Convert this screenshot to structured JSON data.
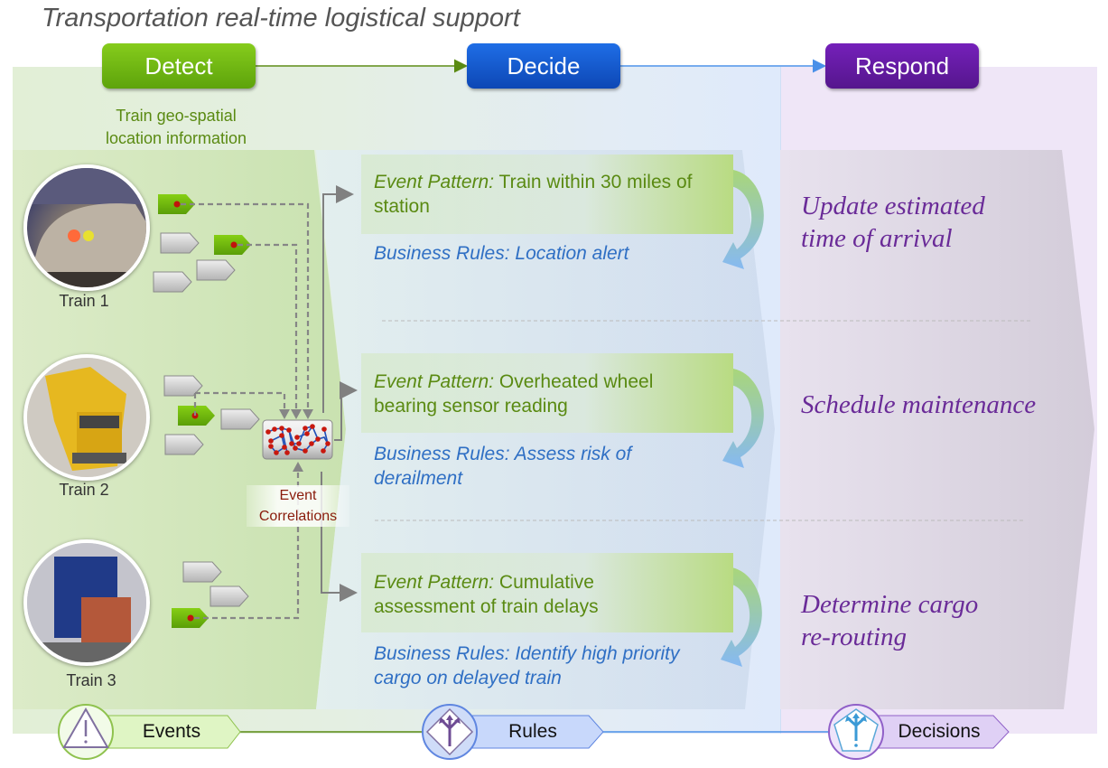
{
  "title": "Transportation real-time logistical support",
  "phases": {
    "detect": "Detect",
    "decide": "Decide",
    "respond": "Respond"
  },
  "detect_subtitle_line1": "Train geo-spatial",
  "detect_subtitle_line2": "location information",
  "trains": [
    {
      "label": "Train 1"
    },
    {
      "label": "Train 2"
    },
    {
      "label": "Train 3"
    }
  ],
  "event_correlations_line1": "Event",
  "event_correlations_line2": "Correlations",
  "scenarios": [
    {
      "pattern_prefix": "Event Pattern:",
      "pattern_line1": " Train within 30 miles of",
      "pattern_line2": "station",
      "rule_line1": "Business Rules: Location alert",
      "rule_line2": "",
      "decision_line1": "Update estimated",
      "decision_line2": "time of arrival"
    },
    {
      "pattern_prefix": "Event Pattern:",
      "pattern_line1": " Overheated wheel",
      "pattern_line2": "bearing sensor reading",
      "rule_line1": "Business Rules: Assess risk of",
      "rule_line2": "derailment",
      "decision_line1": "Schedule maintenance",
      "decision_line2": ""
    },
    {
      "pattern_prefix": "Event Pattern:",
      "pattern_line1": " Cumulative",
      "pattern_line2": "assessment of train delays",
      "rule_line1": "Business Rules: Identify high priority",
      "rule_line2": "cargo on delayed train",
      "decision_line1": "Determine cargo",
      "decision_line2": "re-routing"
    }
  ],
  "legend": {
    "events": "Events",
    "rules": "Rules",
    "decisions": "Decisions"
  },
  "icons": {
    "events": "warning-triangle-icon",
    "rules": "diamond-fork-arrow-icon",
    "decisions": "pentagon-fork-arrow-icon"
  },
  "colors": {
    "detect": "#6fb814",
    "decide": "#1558cf",
    "respond": "#661aa5",
    "pattern_text": "#5a8a12",
    "rule_text": "#2f6fc4",
    "decision_text": "#6a2b98"
  }
}
